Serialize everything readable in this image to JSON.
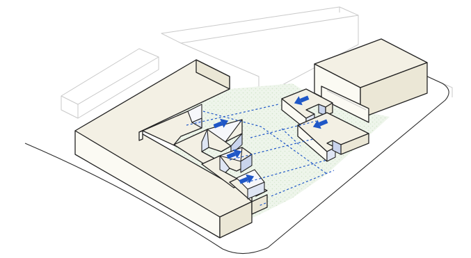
{
  "diagram": {
    "colors": {
      "building_top": "#f3f0e4",
      "building_side": "#fbfaf3",
      "context_outline": "#c9c9c9",
      "courtyard_green": "#e3efdf",
      "path_blue": "#1f57c7",
      "cutout_blue": "#c9d4ec"
    },
    "elements": [
      "l-shaped-block",
      "stepped-blocks-west",
      "stepped-blocks-east",
      "box-building-northeast",
      "context-buildings",
      "green-courtyard",
      "circulation-paths",
      "direction-arrows"
    ],
    "arrows": [
      {
        "group": "west",
        "direction": "up-right"
      },
      {
        "group": "west",
        "direction": "up-right"
      },
      {
        "group": "west",
        "direction": "up-right"
      },
      {
        "group": "east",
        "direction": "down-left"
      },
      {
        "group": "east",
        "direction": "down-left"
      }
    ]
  }
}
